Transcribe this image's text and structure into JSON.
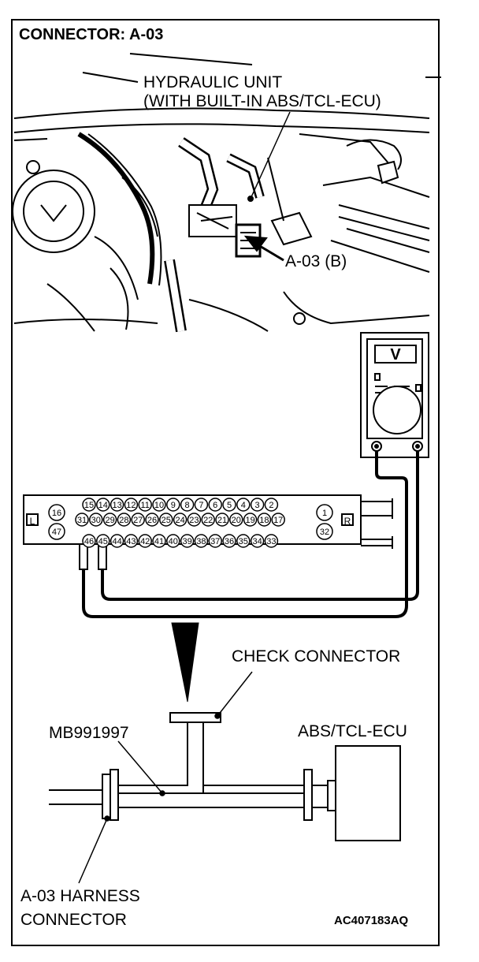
{
  "title": "CONNECTOR: A-03",
  "hydraulic_unit": {
    "line1": "HYDRAULIC UNIT",
    "line2": "(WITH BUILT-IN ABS/TCL-ECU)"
  },
  "connector_callout": "A-03 (B)",
  "voltmeter": {
    "symbol": "V"
  },
  "connector_face": {
    "left_marker": "L",
    "right_marker": "R",
    "row1_left": "16",
    "row1_pins": [
      "15",
      "14",
      "13",
      "12",
      "11",
      "10",
      "9",
      "8",
      "7",
      "6",
      "5",
      "4",
      "3",
      "2"
    ],
    "row1_right": "1",
    "row2_left": "47",
    "row2_pins": [
      "31",
      "30",
      "29",
      "28",
      "27",
      "26",
      "25",
      "24",
      "23",
      "22",
      "21",
      "20",
      "19",
      "18",
      "17"
    ],
    "row2_right": "32",
    "row3_pins": [
      "46",
      "45",
      "44",
      "43",
      "42",
      "41",
      "40",
      "39",
      "38",
      "37",
      "36",
      "35",
      "34",
      "33"
    ]
  },
  "check_connector_label": "CHECK CONNECTOR",
  "tool_label": "MB991997",
  "ecu_label": "ABS/TCL-ECU",
  "harness_label": {
    "line1": "A-03 HARNESS",
    "line2": "CONNECTOR"
  },
  "figure_code": "AC407183AQ"
}
